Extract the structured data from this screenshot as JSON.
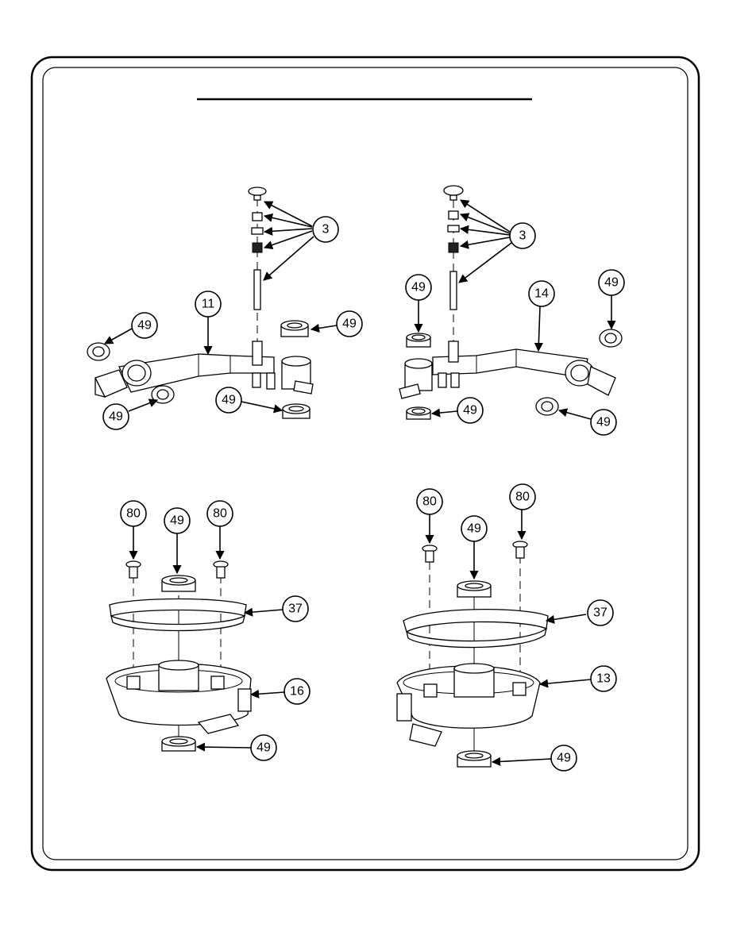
{
  "callouts": {
    "a3": "3",
    "a11": "11",
    "a49_1": "49",
    "a49_2": "49",
    "a49_3": "49",
    "a49_4": "49",
    "b3": "3",
    "b14": "14",
    "b49_1": "49",
    "b49_2": "49",
    "b49_3": "49",
    "b49_4": "49",
    "c80_1": "80",
    "c49_1": "49",
    "c80_2": "80",
    "c37": "37",
    "c16": "16",
    "c49_2": "49",
    "d80_1": "80",
    "d49_1": "49",
    "d80_2": "80",
    "d37": "37",
    "d13": "13",
    "d49_2": "49"
  }
}
